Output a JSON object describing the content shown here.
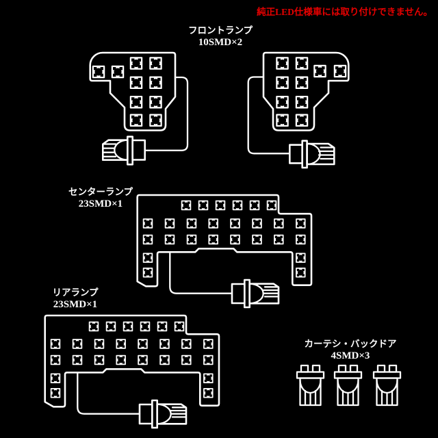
{
  "colors": {
    "bg": "#000000",
    "line": "#ffffff",
    "warning": "#e60000"
  },
  "warning": {
    "text": "純正LED仕様車には取り付けできません。"
  },
  "sections": {
    "front": {
      "name": "フロントランプ",
      "spec": "10SMD×2"
    },
    "center": {
      "name": "センターランプ",
      "spec": "23SMD×1"
    },
    "rear": {
      "name": "リアランプ",
      "spec": "23SMD×1"
    },
    "courtesy": {
      "name": "カーテシ・バックドア",
      "spec": "4SMD×3"
    }
  },
  "boards": {
    "front_left": {
      "chip_size": 18.5,
      "chips": [
        [
          144,
          105
        ],
        [
          172,
          105
        ],
        [
          199,
          92.5
        ],
        [
          227.5,
          92.5
        ],
        [
          199,
          120.8
        ],
        [
          227.5,
          120.8
        ],
        [
          199,
          149.2
        ],
        [
          227.5,
          149.2
        ],
        [
          199,
          175.8
        ],
        [
          227.5,
          175.8
        ]
      ]
    },
    "front_right": {
      "chip_size": 18.5,
      "chips": [
        [
          467.5,
          104
        ],
        [
          497,
          104
        ],
        [
          412.5,
          92.5
        ],
        [
          441,
          92.5
        ],
        [
          412.5,
          120.8
        ],
        [
          441,
          120.8
        ],
        [
          412.5,
          149.2
        ],
        [
          441,
          149.2
        ],
        [
          412.5,
          175.8
        ],
        [
          441,
          175.8
        ]
      ]
    },
    "center": {
      "chip_size": 14.5,
      "chips": [
        [
          272,
          300
        ],
        [
          297,
          300
        ],
        [
          322,
          300
        ],
        [
          347,
          300
        ],
        [
          372,
          300
        ],
        [
          397,
          300
        ],
        [
          216,
          326.5
        ],
        [
          248,
          326.5
        ],
        [
          280,
          326.5
        ],
        [
          311.7,
          326.5
        ],
        [
          343.5,
          326.5
        ],
        [
          375.5,
          326.5
        ],
        [
          407.3,
          326.5
        ],
        [
          439.3,
          326.5
        ],
        [
          216,
          350
        ],
        [
          248,
          350
        ],
        [
          280,
          350
        ],
        [
          311.7,
          350
        ],
        [
          343.5,
          350
        ],
        [
          375.5,
          350
        ],
        [
          407.3,
          350
        ],
        [
          439.3,
          350
        ],
        [
          216,
          376.7
        ],
        [
          439.3,
          376.7
        ],
        [
          216,
          398.3
        ],
        [
          439.3,
          398.3
        ]
      ]
    },
    "rear": {
      "chip_size": 14.5,
      "chips": [
        [
          137,
          477
        ],
        [
          162,
          477
        ],
        [
          187,
          477
        ],
        [
          212,
          477
        ],
        [
          237,
          477
        ],
        [
          262,
          477
        ],
        [
          81,
          502.5
        ],
        [
          113,
          502.5
        ],
        [
          145,
          502.5
        ],
        [
          176.7,
          502.5
        ],
        [
          208.5,
          502.5
        ],
        [
          240.5,
          502.5
        ],
        [
          272.3,
          502.5
        ],
        [
          304.3,
          502.5
        ],
        [
          81,
          526
        ],
        [
          113,
          526
        ],
        [
          145,
          526
        ],
        [
          176.7,
          526
        ],
        [
          208.5,
          526
        ],
        [
          240.5,
          526
        ],
        [
          272.3,
          526
        ],
        [
          304.3,
          526
        ],
        [
          81,
          552.7
        ],
        [
          304.3,
          552.7
        ],
        [
          81,
          574.3
        ],
        [
          304.3,
          574.3
        ]
      ]
    }
  }
}
